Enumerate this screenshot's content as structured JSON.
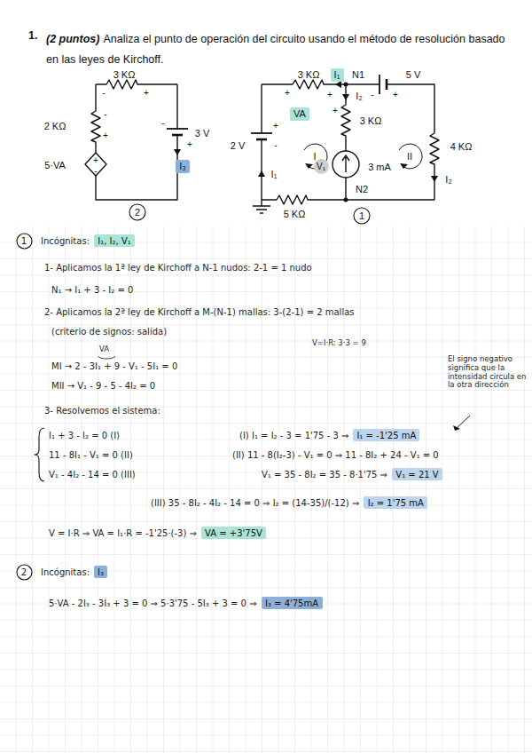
{
  "diagram": {
    "nodes": [
      {
        "text": [
          "2"
        ]
      },
      {
        "text": [
          "1"
        ]
      },
      {
        "text": [
          "VA"
        ]
      },
      {
        "text": [
          "I₁"
        ]
      },
      {
        "text": [
          "V₁"
        ]
      },
      {
        "text": [
          "I₃"
        ]
      },
      {
        "text": [
          "1"
        ]
      },
      {
        "text": [
          "I₁, I₂, V₁"
        ]
      },
      {
        "text": [
          "I₁ = -1'25 mA"
        ]
      },
      {
        "text": [
          "V₁ = 21 V"
        ]
      },
      {
        "text": [
          "I₂ = 1'75 mA"
        ]
      },
      {
        "text": [
          "VA = +3'75V"
        ]
      },
      {
        "text": [
          "2"
        ]
      },
      {
        "text": [
          "I₃"
        ]
      },
      {
        "text": [
          "I₃ = 4'75mA"
        ]
      }
    ],
    "labels": [
      "1.",
      "(2 puntos)",
      "Analiza el punto de operación del circuito usando el método de resolución basado en las leyes de Kirchoff.",
      "3 KΩ",
      "2 KΩ",
      "5·VA",
      "3 V",
      "3 KΩ",
      "5 V",
      "N1",
      "3 KΩ",
      "2 V",
      "4 KΩ",
      "3 mA",
      "5 KΩ",
      "N2",
      "I",
      "II",
      "I₂",
      "I₂",
      "I₁",
      "-",
      "+",
      "-",
      "+",
      "+",
      "-",
      "-",
      "+",
      "+",
      "-",
      "+",
      "+",
      "-",
      "+",
      "+",
      "Incógnitas:",
      "1- Aplicamos la 1ª ley de Kirchoff a N-1 nudos: 2-1 = 1 nudo",
      "N₁ → I₁ + 3 - I₂ = 0",
      "2- Aplicamos la 2ª ley de Kirchoff a M-(N-1) mallas: 3-(2-1) = 2 mallas",
      "(criterio de signos: salida)",
      "V=I·R: 3·3 = 9",
      "VA",
      "MI → 2 - 3I₁ + 9 - V₁ - 5I₁ = 0",
      "MII → V₁ - 9 - 5 - 4I₂ = 0",
      "El signo negativo significa que la intensidad circula en la otra dirección",
      "3- Resolvemos el sistema:",
      "I₁ + 3 - I₂ = 0 (I)",
      "11 - 8I₁ - V₁ = 0 (II)",
      "V₁ - 4I₂ - 14 = 0 (III)",
      "(I) I₁ = I₂ - 3 = 1'75 - 3 ⇒",
      "(II) 11 - 8(I₂-3) - V₁ = 0 ⇒ 11 - 8I₂ + 24 - V₁ = 0",
      "V₁ = 35 - 8I₂ = 35 - 8·1'75 ⇒",
      "(III) 35 - 8I₂ - 4I₂ - 14 = 0 ⇒ I₂ = (14-35)/(-12) ⇒",
      "V = I·R ⇒ VA = I₁·R = -1'25·(-3) ⇒",
      "Incógnitas:",
      "5·VA - 2I₃ - 3I₃ + 3 = 0 ⇒ 5·3'75 - 5I₃ + 3 = 0 ⇒"
    ]
  }
}
